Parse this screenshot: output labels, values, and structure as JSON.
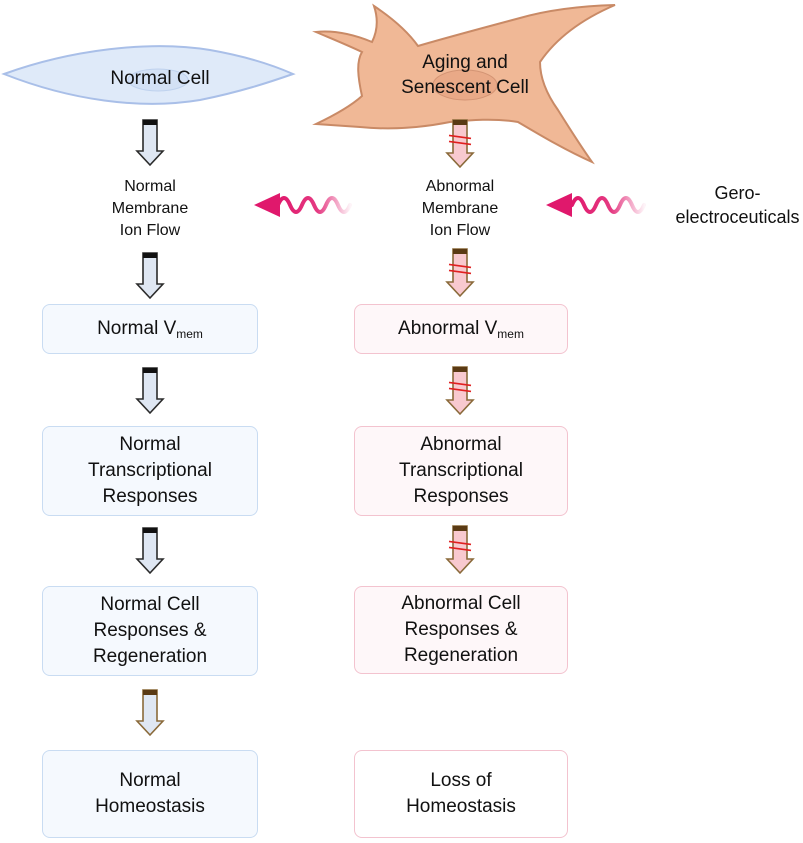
{
  "cells": {
    "normal": {
      "label": "Normal Cell",
      "color": "#dfeaf9",
      "stroke": "#a9bfe8"
    },
    "senescent": {
      "label_line1": "Aging and",
      "label_line2": "Senescent Cell",
      "color": "#f0b896",
      "stroke": "#c98a66"
    }
  },
  "normal_pathway": {
    "ion_flow": [
      "Normal",
      "Membrane",
      "Ion Flow"
    ],
    "vmem": {
      "main": "Normal V",
      "sub": "mem"
    },
    "transcription": [
      "Normal",
      "Transcriptional",
      "Responses"
    ],
    "cell_responses": [
      "Normal Cell",
      "Responses &",
      "Regeneration"
    ],
    "outcome": [
      "Normal",
      "Homeostasis"
    ]
  },
  "abnormal_pathway": {
    "ion_flow": [
      "Abnormal",
      "Membrane",
      "Ion Flow"
    ],
    "vmem": {
      "main": "Abnormal V",
      "sub": "mem"
    },
    "transcription": [
      "Abnormal",
      "Transcriptional",
      "Responses"
    ],
    "cell_responses": [
      "Abnormal Cell",
      "Responses &",
      "Regeneration"
    ],
    "outcome": [
      "Loss of",
      "Homeostasis"
    ]
  },
  "intervention": {
    "line1": "Gero-",
    "line2": "electroceuticals",
    "wave_color": "#e0186c"
  },
  "colors": {
    "normal_arrow": "#dfe7f3",
    "normal_arrow_stroke": "#2b2b2b",
    "abnormal_arrow": "#f8c9cf",
    "abnormal_arrow_stroke": "#8a6a3a",
    "break_mark": "#e02020",
    "cap_dark": "#111111",
    "cap_brown": "#5a3a14"
  }
}
